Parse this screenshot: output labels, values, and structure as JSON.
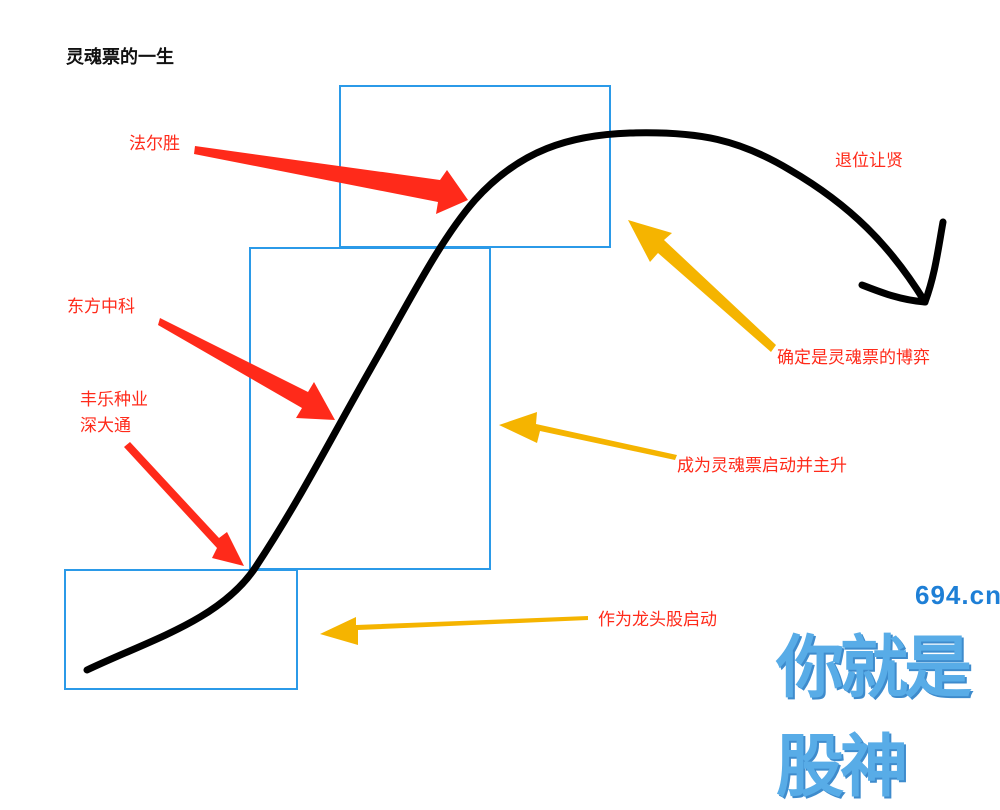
{
  "title": "灵魂票的一生",
  "colors": {
    "curve": "#000000",
    "box": "#2b9ae8",
    "red_arrow": "#ff2a1a",
    "orange_arrow": "#f5b400",
    "red_text": "#ff2a1a",
    "orange_text": "#ff2a1a",
    "watermark": "#4aa6e6"
  },
  "stocks": {
    "top": "法尔胜",
    "middle": "东方中科",
    "bottom_line1": "丰乐种业",
    "bottom_line2": "深大通"
  },
  "stages": {
    "start": "作为龙头股启动",
    "rise": "成为灵魂票启动并主升",
    "peak": "确定是灵魂票的博弈",
    "retire": "退位让贤"
  },
  "watermark": {
    "site": "694.cn",
    "text": "你就是股神"
  }
}
